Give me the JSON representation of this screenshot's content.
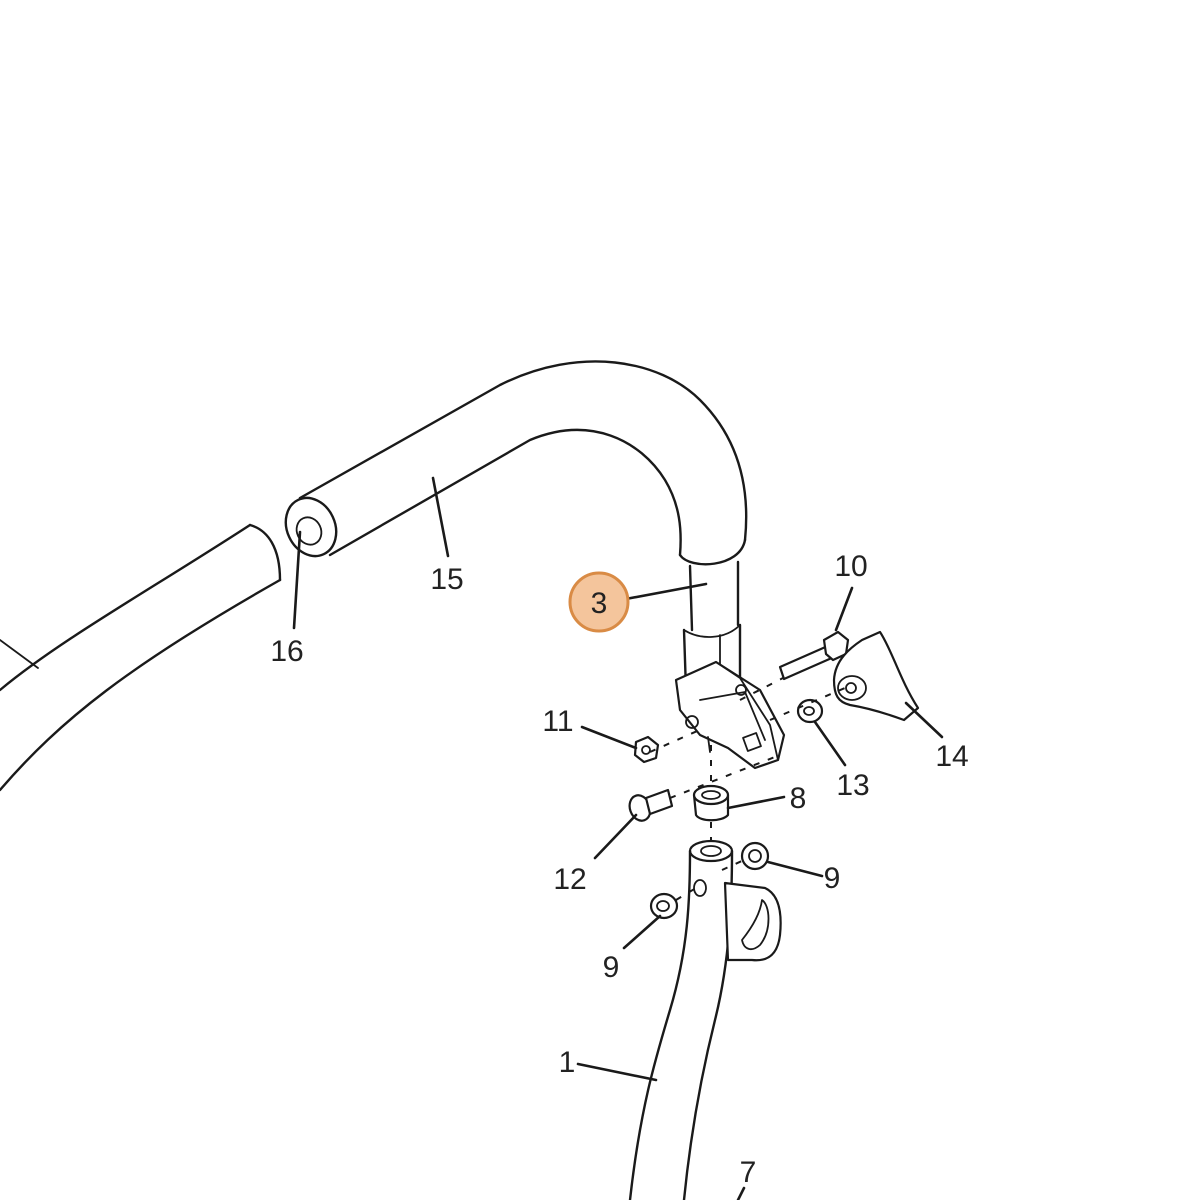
{
  "callouts": [
    {
      "id": "1",
      "text": "1"
    },
    {
      "id": "3",
      "text": "3",
      "highlighted": true
    },
    {
      "id": "7",
      "text": "7"
    },
    {
      "id": "8",
      "text": "8"
    },
    {
      "id": "9a",
      "text": "9"
    },
    {
      "id": "9b",
      "text": "9"
    },
    {
      "id": "10",
      "text": "10"
    },
    {
      "id": "11",
      "text": "11"
    },
    {
      "id": "12",
      "text": "12"
    },
    {
      "id": "13",
      "text": "13"
    },
    {
      "id": "14",
      "text": "14"
    },
    {
      "id": "15",
      "text": "15"
    },
    {
      "id": "16",
      "text": "16"
    }
  ],
  "colors": {
    "highlight_fill": "#f4c59c",
    "highlight_stroke": "#d98b45",
    "line": "#1a1a1a"
  }
}
